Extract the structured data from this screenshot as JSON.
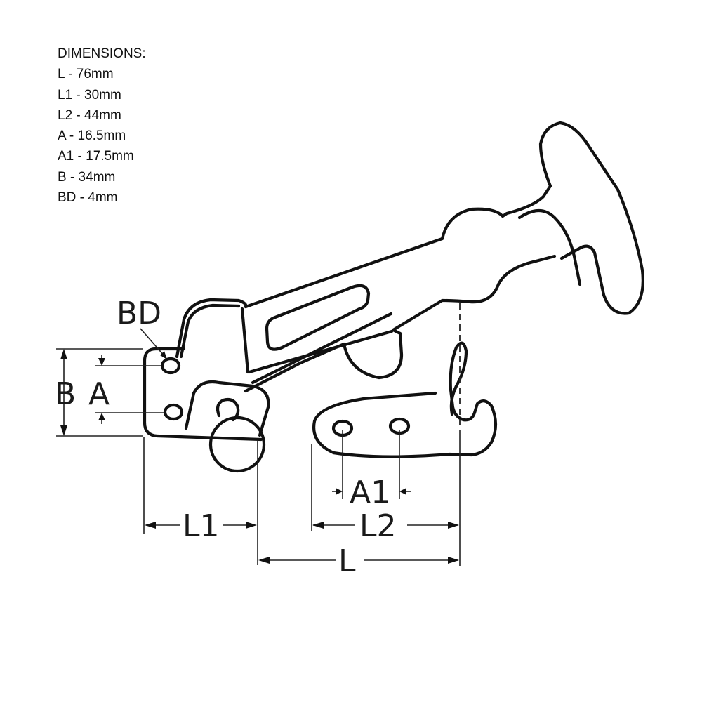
{
  "specs": {
    "heading": "DIMENSIONS:",
    "items": [
      {
        "key": "L",
        "text": "L - 76mm"
      },
      {
        "key": "L1",
        "text": "L1 - 30mm"
      },
      {
        "key": "L2",
        "text": "L2 - 44mm"
      },
      {
        "key": "A",
        "text": "A - 16.5mm"
      },
      {
        "key": "A1",
        "text": "A1 - 17.5mm"
      },
      {
        "key": "B",
        "text": "B - 34mm"
      },
      {
        "key": "BD",
        "text": "BD - 4mm"
      }
    ]
  },
  "drawing": {
    "subject": "T-handle rubber latch with keeper",
    "labels": {
      "bd": "BD",
      "b": "B",
      "a": "A",
      "a1": "A1",
      "l1": "L1",
      "l2": "L2",
      "l": "L"
    },
    "line_color": "#111111",
    "background": "#ffffff"
  }
}
